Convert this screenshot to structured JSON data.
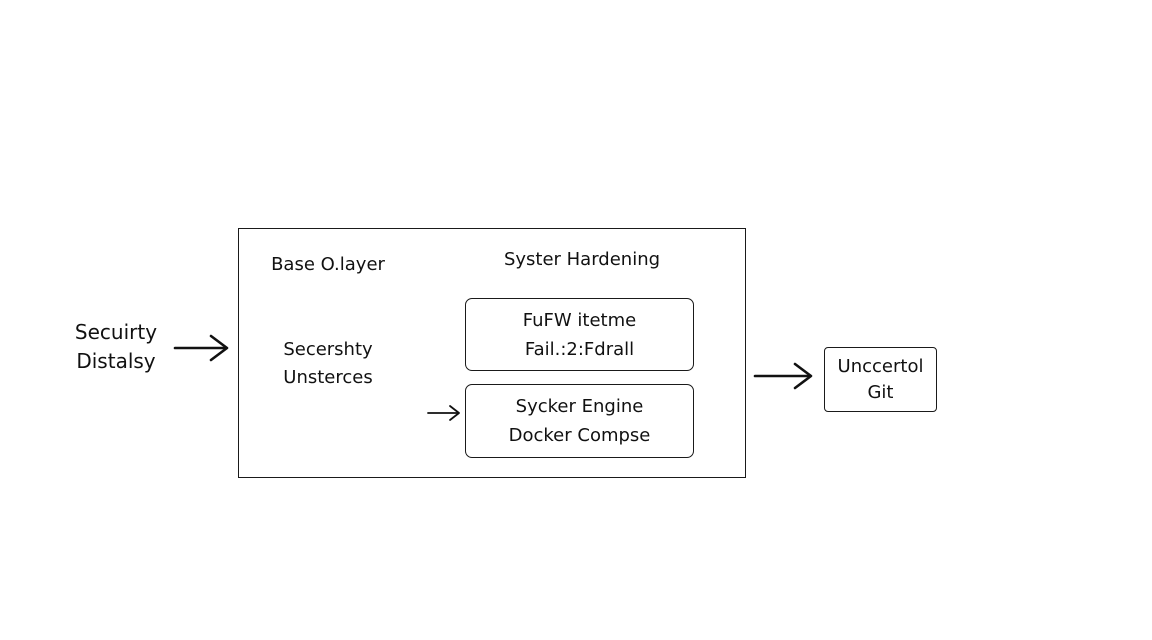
{
  "input": {
    "line1": "Secuirty",
    "line2": "Distalsy"
  },
  "main_box": {
    "left_heading": "Base O.layer",
    "right_heading": "Syster Hardening",
    "inner_text_line1": "Secershty",
    "inner_text_line2": "Unsterces",
    "firewall_box": {
      "line1": "FuFW itetme",
      "line2": "Fail.:2:Fdrall"
    },
    "docker_box": {
      "line1": "Sycker Engine",
      "line2": "Docker Compse"
    }
  },
  "output": {
    "line1": "Unccertol",
    "line2": "Git"
  },
  "colors": {
    "stroke": "#1a1a1a",
    "background": "#ffffff"
  }
}
